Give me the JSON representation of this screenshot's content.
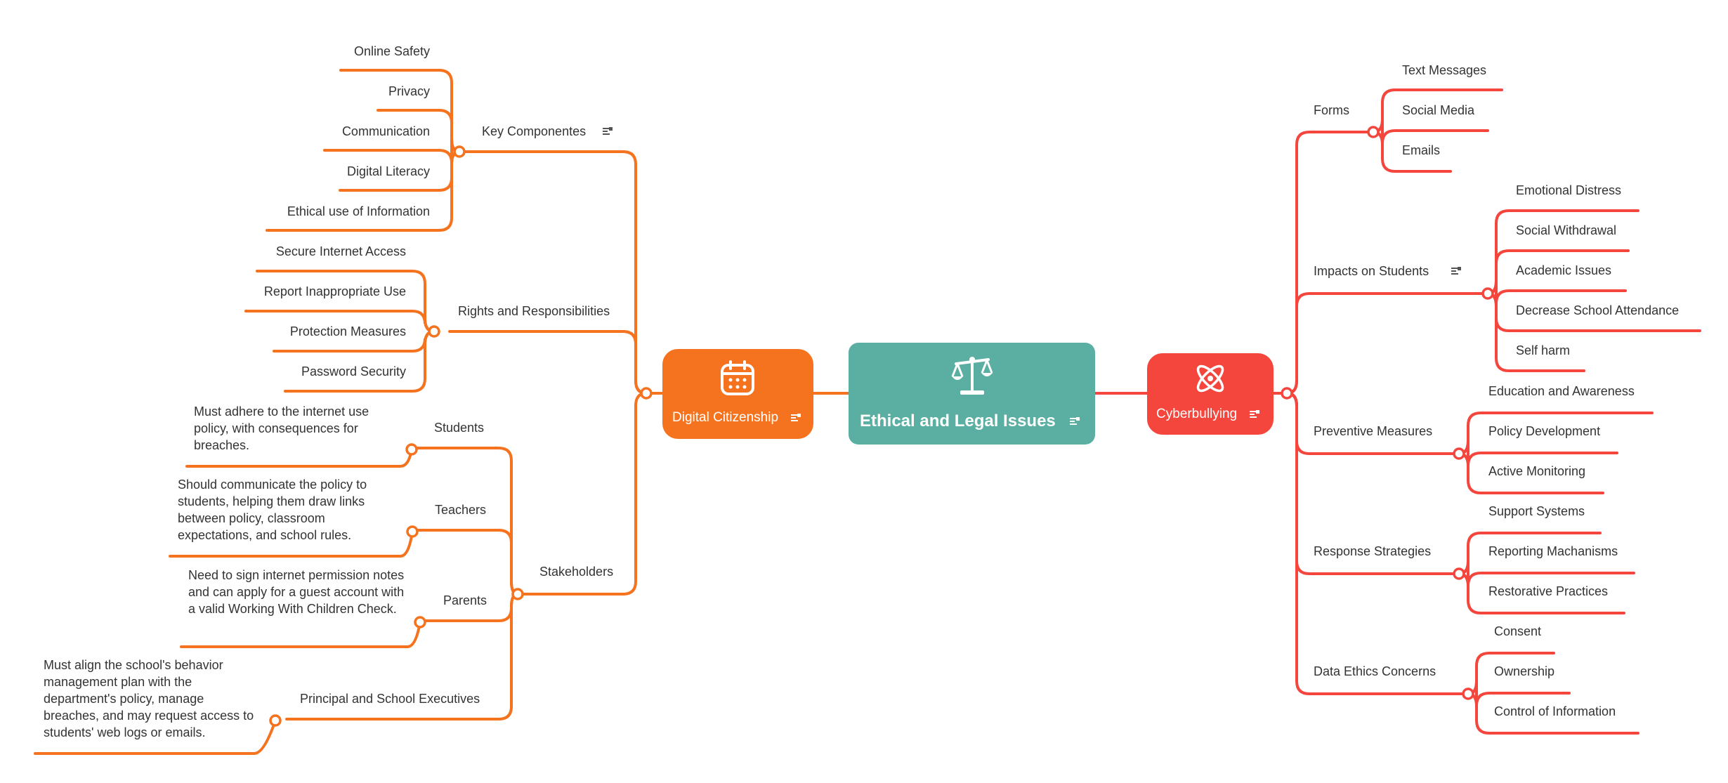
{
  "colors": {
    "center": "#5aafa2",
    "left_branch": "#f5731e",
    "right_branch": "#f4463d",
    "text": "#333333"
  },
  "center": {
    "title": "Ethical and Legal Issues",
    "icon": "scales-icon",
    "has_note": true
  },
  "left": {
    "title": "Digital Citizenship",
    "icon": "calendar-icon",
    "has_note": true,
    "key_components": {
      "label": "Key Componentes",
      "has_note": true,
      "items": [
        "Online Safety",
        "Privacy",
        "Communication",
        "Digital Literacy",
        "Ethical use of Information"
      ]
    },
    "rights": {
      "label": "Rights and Responsibilities",
      "items": [
        "Secure Internet Access",
        "Report Inappropriate Use",
        "Protection Measures",
        "Password Security"
      ]
    },
    "stakeholders": {
      "label": "Stakeholders",
      "students": {
        "label": "Students",
        "detail": "Must adhere to the internet use policy, with consequences for breaches."
      },
      "teachers": {
        "label": "Teachers",
        "detail": "Should communicate the policy to students, helping them draw links between policy, classroom expectations, and school rules."
      },
      "parents": {
        "label": "Parents",
        "detail": "Need to sign internet permission notes and can apply for a guest account with a valid Working With Children Check."
      },
      "principal": {
        "label": "Principal and School Executives",
        "detail": "Must align the school's behavior management plan with the department's policy, manage breaches, and may request access to students' web logs or emails."
      }
    }
  },
  "right": {
    "title": "Cyberbullying",
    "icon": "atom-icon",
    "has_note": true,
    "forms": {
      "label": "Forms",
      "items": [
        "Text Messages",
        "Social Media",
        "Emails"
      ]
    },
    "impacts": {
      "label": "Impacts on Students",
      "has_note": true,
      "items": [
        "Emotional Distress",
        "Social Withdrawal",
        "Academic Issues",
        "Decrease School Attendance",
        "Self harm"
      ]
    },
    "preventive": {
      "label": "Preventive Measures",
      "items": [
        "Education and Awareness",
        "Policy Development",
        "Active Monitoring"
      ]
    },
    "response": {
      "label": "Response Strategies",
      "items": [
        "Support Systems",
        "Reporting Machanisms",
        "Restorative Practices"
      ]
    },
    "data_ethics": {
      "label": "Data Ethics Concerns",
      "items": [
        "Consent",
        "Ownership",
        "Control of Information"
      ]
    }
  }
}
